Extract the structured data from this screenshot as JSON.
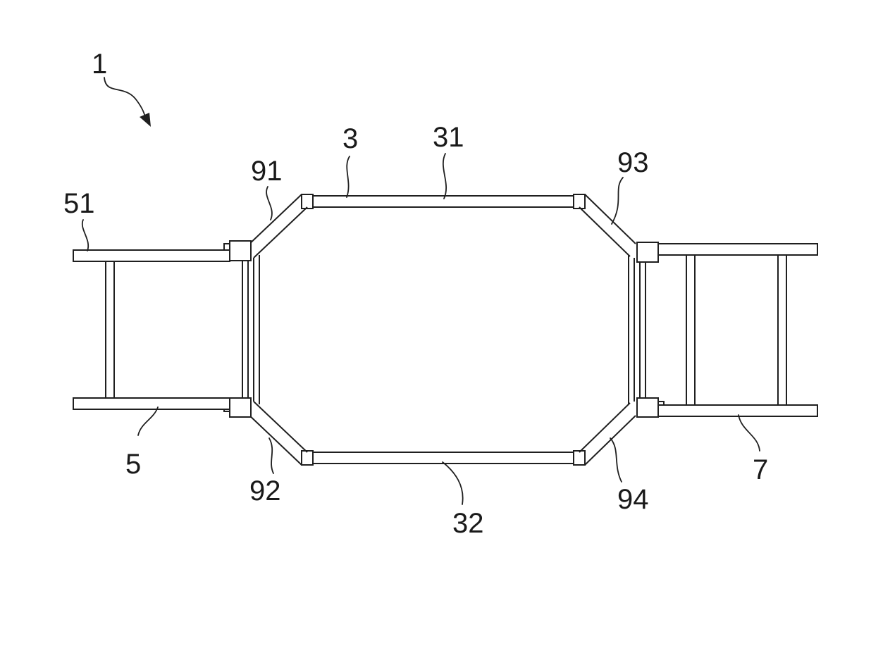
{
  "labels": {
    "assembly": "1",
    "frame": "3",
    "top_rail": "31",
    "bottom_rail": "32",
    "left_module": "5",
    "left_top_rail": "51",
    "right_module": "7",
    "joint_top_left": "91",
    "joint_bottom_left": "92",
    "joint_top_right": "93",
    "joint_bottom_right": "94"
  },
  "colors": {
    "line": "#1f1f1f",
    "background": "#ffffff"
  }
}
